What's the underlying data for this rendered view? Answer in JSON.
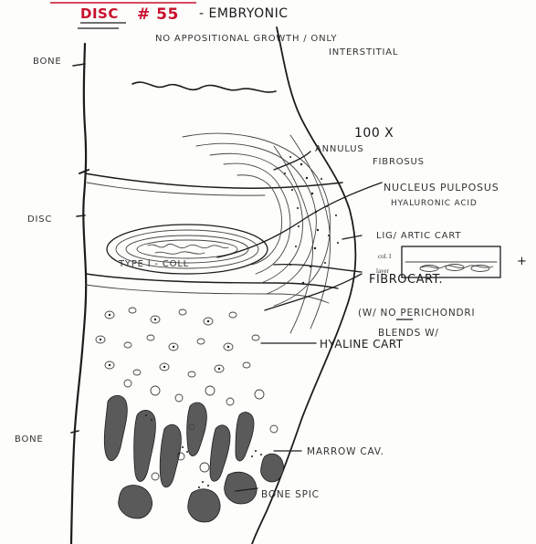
{
  "header": {
    "disc_label": "DISC",
    "disc_number": "# 55",
    "dash_note": "- EMBRYONIC",
    "sub_note_1": "NO APPOSITIONAL GROWTH / ONLY",
    "sub_note_2": "INTERSTITIAL",
    "accent_color": "#c8102e"
  },
  "left_labels": {
    "bone_top": "BONE",
    "disc": "DISC",
    "bone_bottom": "BONE"
  },
  "callouts": {
    "magnification": "100 X",
    "annulus_1": "ANNULUS",
    "annulus_2": "FIBROSUS",
    "nucleus_1": "NUCLEUS PULPOSUS",
    "nucleus_2": "HYALURONIC ACID",
    "lig_artic": "LIG/ ARTIC CART",
    "inset_line_1": "col. I",
    "inset_line_2": "layer",
    "inset_mark": "+",
    "type_coll": "TYPE I - COLL",
    "fibrocart": "FIBROCART.",
    "perichondrium": "(W/ NO PERICHONDRI",
    "blends": "BLENDS W/",
    "hyaline": "HYALINE CART",
    "marrow": "MARROW CAV.",
    "bone_spic": "BONE SPIC"
  }
}
